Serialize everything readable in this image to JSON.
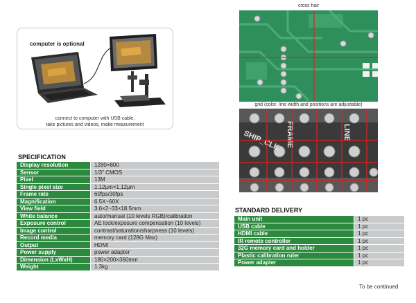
{
  "illustration": {
    "optional_label": "computer is optional",
    "caption_line1": "connect to computer with USB cable,",
    "caption_line2": "take pictures and videos, make measurement"
  },
  "images": {
    "crosshair_title": "cross hair",
    "grid_title": "grid (color, line width and positions are adjustable)",
    "grid_silk": [
      "SHIP_CLK",
      "FRAME",
      "LINE"
    ]
  },
  "specification": {
    "title": "SPECIFICATION",
    "rows": [
      {
        "k": "Display resolution",
        "v": "1280×800"
      },
      {
        "k": "Sensor",
        "v": "1/3\" CMOS"
      },
      {
        "k": "Pixel",
        "v": "13M"
      },
      {
        "k": "Single pixel size",
        "v": "1.12μm×1.12μm"
      },
      {
        "k": "Frame rate",
        "v": "60fps/30fps"
      },
      {
        "k": "Magnification",
        "v": "6.5X~60X"
      },
      {
        "k": "View field",
        "v": "3.6×2~33×18.5mm"
      },
      {
        "k": "White balance",
        "v": "auto/manual (10 levels RGB)/calibration"
      },
      {
        "k": "Exposure control",
        "v": "AE lock/exposure compensation (10 levels)"
      },
      {
        "k": "Image control",
        "v": "contrast/saturation/sharpness (10 levels)"
      },
      {
        "k": "Record media",
        "v": "memory card (128G Max)"
      },
      {
        "k": "Output",
        "v": "HDMI"
      },
      {
        "k": "Power supply",
        "v": "power adapter"
      },
      {
        "k": "Dimension (LxWxH)",
        "v": "180×200×360mm"
      },
      {
        "k": "Weight",
        "v": "1.3kg"
      }
    ]
  },
  "delivery": {
    "title": "STANDARD DELIVERY",
    "rows": [
      {
        "k": "Main unit",
        "v": "1 pc"
      },
      {
        "k": "USB cable",
        "v": "1 pc"
      },
      {
        "k": "HDMI cable",
        "v": "1 pc"
      },
      {
        "k": "IR remote controller",
        "v": "1 pc"
      },
      {
        "k": "32G memory card and holder",
        "v": "1 pc"
      },
      {
        "k": "Plastic calibration ruler",
        "v": "1 pc"
      },
      {
        "k": "Power adapter",
        "v": "1 pc"
      }
    ]
  },
  "footer": {
    "continued": "To be continued"
  },
  "colors": {
    "key_green": "#2b8a3e",
    "value_gray": "#c9cacb",
    "pcb_green": "#2e8b57",
    "crosshair_red": "#e02020"
  }
}
